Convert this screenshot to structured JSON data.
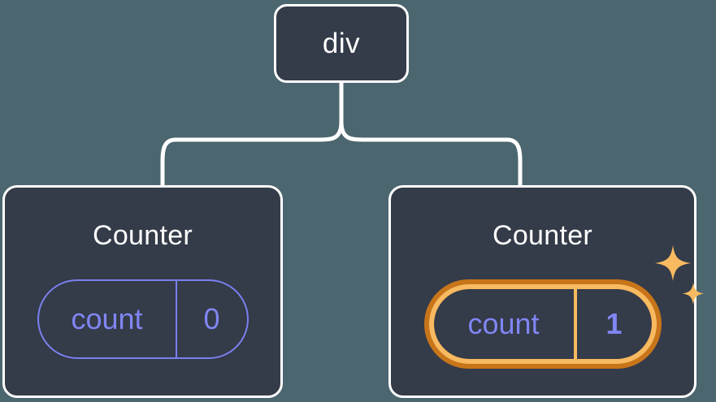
{
  "diagram": {
    "title": "React component tree with state update highlight",
    "background_color": "#4c6670",
    "node_fill_color": "#343b49",
    "node_border_color": "#ffffff",
    "connector_color": "#ffffff",
    "state_accent_color": "#8086f2",
    "highlight_outer_color": "#c8751a",
    "highlight_inner_color": "#f8ba60",
    "root": {
      "tag": "div"
    },
    "children": [
      {
        "title": "Counter",
        "state": {
          "name": "count",
          "value": "0",
          "highlighted": false
        }
      },
      {
        "title": "Counter",
        "state": {
          "name": "count",
          "value": "1",
          "highlighted": true
        },
        "sparkle_icons": [
          "sparkle-large",
          "sparkle-small"
        ]
      }
    ]
  }
}
